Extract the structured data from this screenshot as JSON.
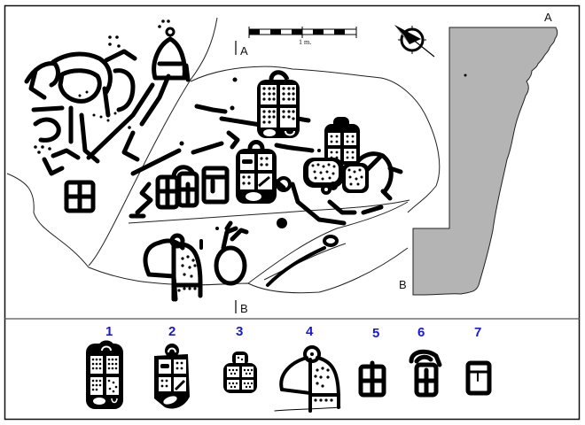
{
  "figure": {
    "section_labels": {
      "top_a": "A",
      "bottom_b": "B",
      "profile_a": "A",
      "profile_b": "B"
    },
    "scale_bar": {
      "label": "1 m."
    },
    "north_arrow": {
      "icon": "compass-rose-icon"
    },
    "profile": {
      "fill": "#b4b4b4",
      "stroke": "#222222"
    },
    "frame": {
      "stroke": "#111111",
      "divider": "#555555"
    },
    "motifs": [
      {
        "number": "1"
      },
      {
        "number": "2"
      },
      {
        "number": "3"
      },
      {
        "number": "4"
      },
      {
        "number": "5"
      },
      {
        "number": "6"
      },
      {
        "number": "7"
      }
    ],
    "number_color": "#1a1ad0"
  }
}
